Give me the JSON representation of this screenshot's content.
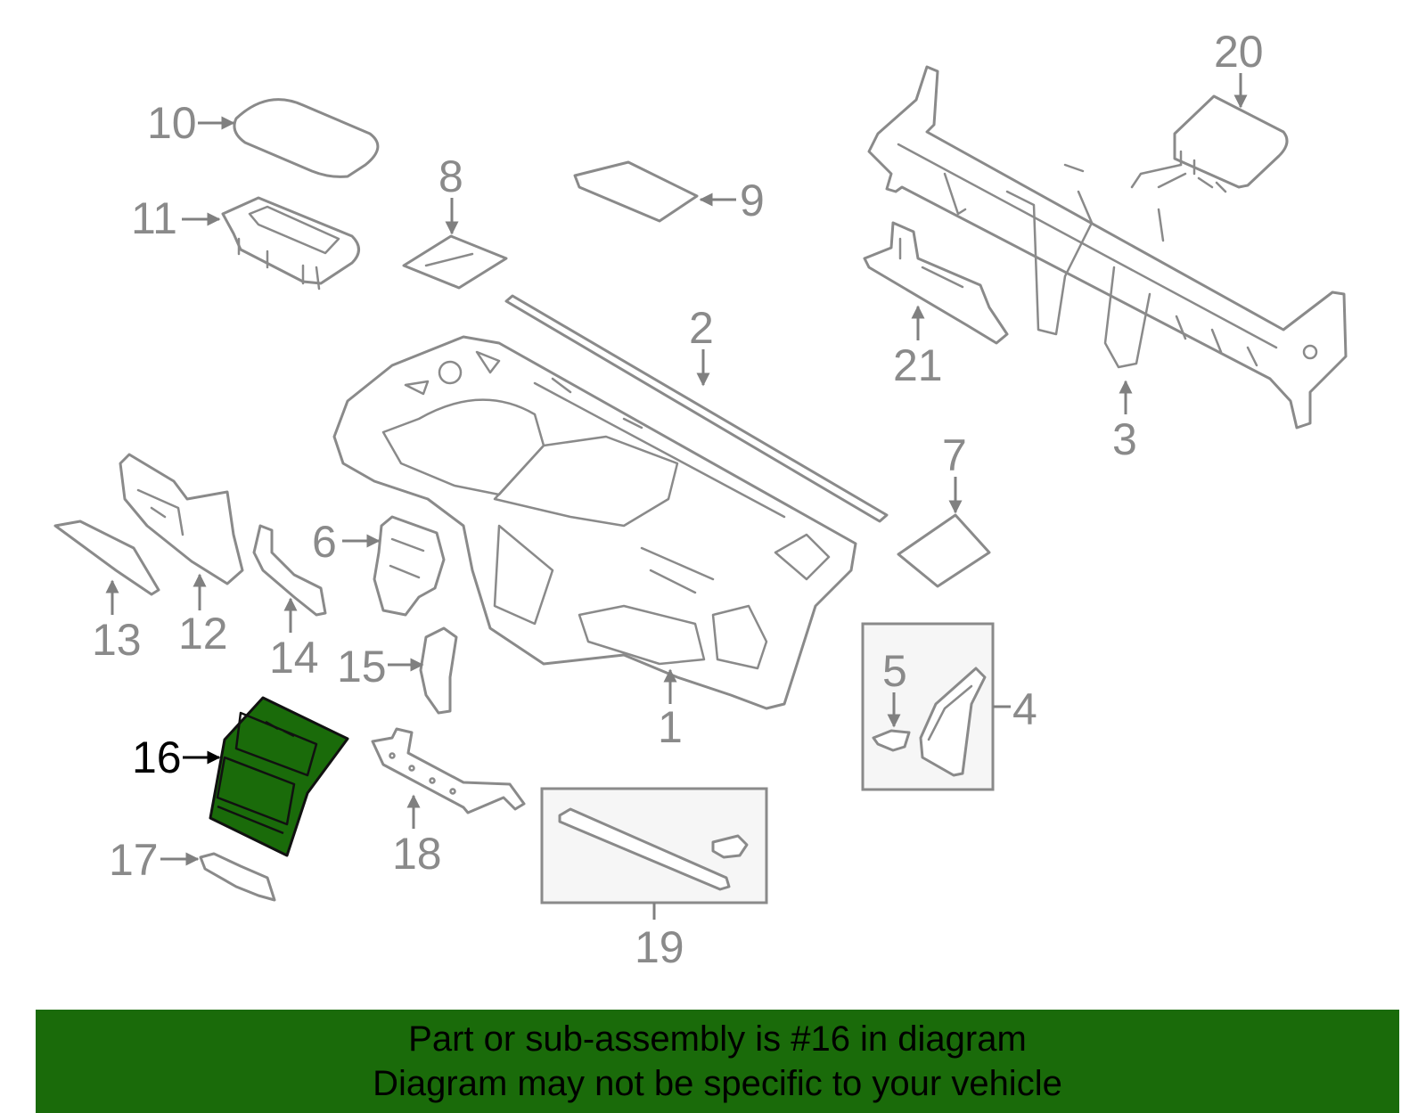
{
  "diagram": {
    "highlight_color": "#1a6b0a",
    "callouts": [
      {
        "id": "1",
        "label": "1"
      },
      {
        "id": "2",
        "label": "2"
      },
      {
        "id": "3",
        "label": "3"
      },
      {
        "id": "4",
        "label": "4"
      },
      {
        "id": "5",
        "label": "5"
      },
      {
        "id": "6",
        "label": "6"
      },
      {
        "id": "7",
        "label": "7"
      },
      {
        "id": "8",
        "label": "8"
      },
      {
        "id": "9",
        "label": "9"
      },
      {
        "id": "10",
        "label": "10"
      },
      {
        "id": "11",
        "label": "11"
      },
      {
        "id": "12",
        "label": "12"
      },
      {
        "id": "13",
        "label": "13"
      },
      {
        "id": "14",
        "label": "14"
      },
      {
        "id": "15",
        "label": "15"
      },
      {
        "id": "16",
        "label": "16"
      },
      {
        "id": "17",
        "label": "17"
      },
      {
        "id": "18",
        "label": "18"
      },
      {
        "id": "19",
        "label": "19"
      },
      {
        "id": "20",
        "label": "20"
      },
      {
        "id": "21",
        "label": "21"
      }
    ]
  },
  "banner": {
    "line1": "Part or sub-assembly is #16 in diagram",
    "line2": "Diagram may not be specific to your vehicle",
    "color": "#1a6b0a"
  }
}
